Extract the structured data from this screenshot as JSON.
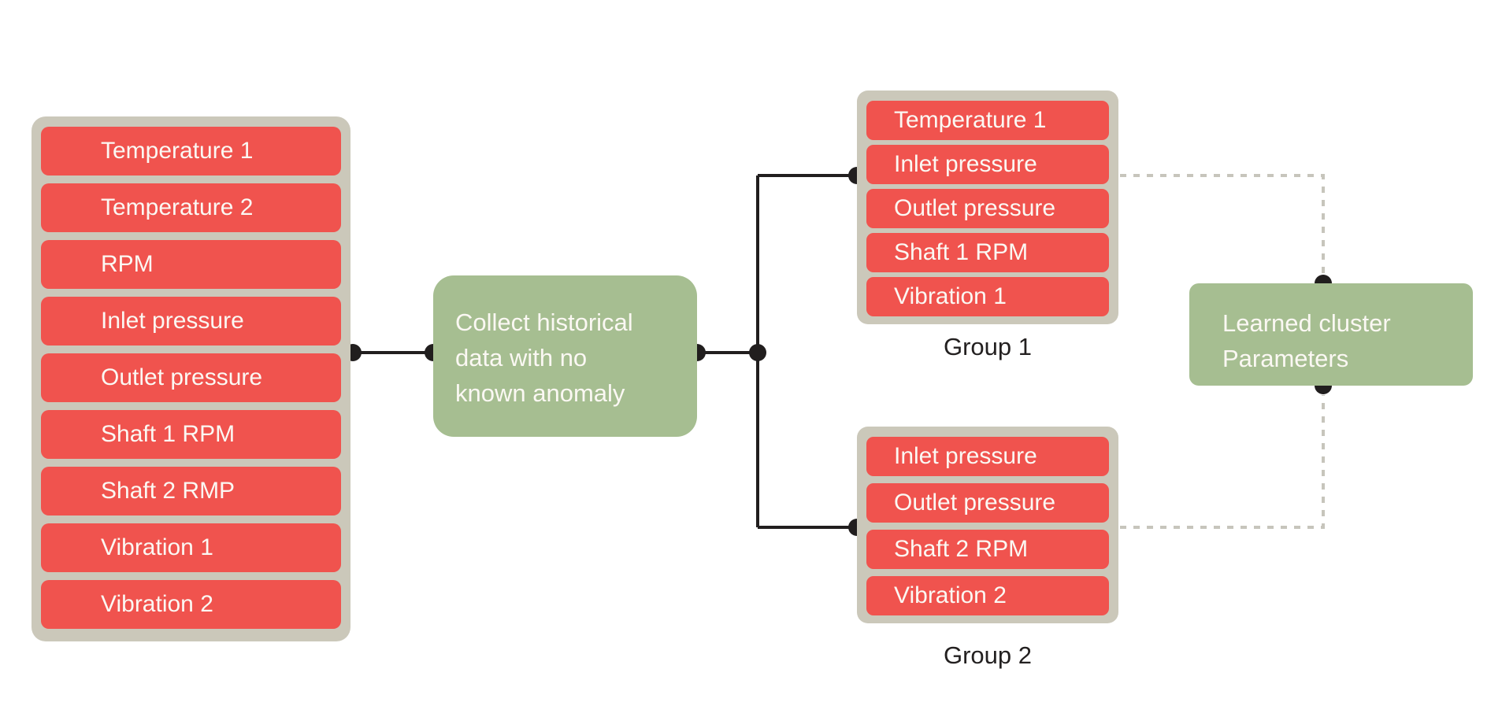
{
  "palette": {
    "bg": "#ffffff",
    "red": "#f0534e",
    "green": "#a6be91",
    "panel": "#cbc8ba",
    "line": "#211e1e",
    "dash": "#c7c5bc",
    "box-text": "#fbf8f3",
    "label": "#232020"
  },
  "sensor_panel": {
    "items": [
      "Temperature 1",
      "Temperature 2",
      "RPM",
      "Inlet pressure",
      "Outlet pressure",
      "Shaft 1 RPM",
      "Shaft 2 RMP",
      "Vibration 1",
      "Vibration 2"
    ]
  },
  "collect_box": {
    "text": "Collect historical\ndata with no\nknown anomaly"
  },
  "group1": {
    "label": "Group 1",
    "items": [
      "Temperature 1",
      "Inlet pressure",
      "Outlet pressure",
      "Shaft 1 RPM",
      "Vibration 1"
    ]
  },
  "group2": {
    "label": "Group 2",
    "items": [
      "Inlet pressure",
      "Outlet pressure",
      "Shaft 2 RPM",
      "Vibration 2"
    ]
  },
  "learned_box": {
    "text": "Learned cluster\nParameters"
  }
}
